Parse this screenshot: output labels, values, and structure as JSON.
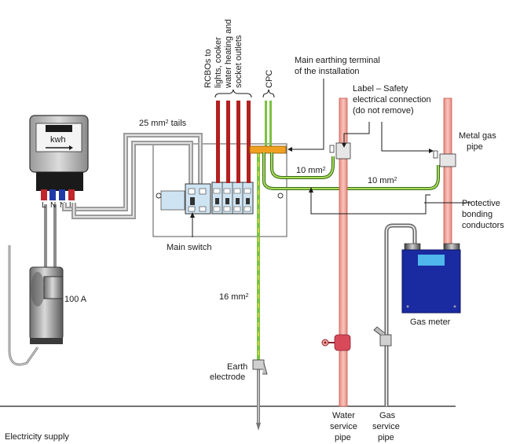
{
  "labels": {
    "meter_unit": "kwh",
    "rcbos_line1": "RCBOs to",
    "rcbos_line2": "lights, cooker",
    "rcbos_line3": "water heating and",
    "rcbos_line4": "socket outlets",
    "cpc": "CPC",
    "main_earth_line1": "Main earthing terminal",
    "main_earth_line2": "of the installation",
    "safety_label_line1": "Label – Safety",
    "safety_label_line2": "electrical connection",
    "safety_label_line3": "(do not remove)",
    "metal_gas_line1": "Metal gas",
    "metal_gas_line2": "pipe",
    "tails_size": "25 mm",
    "tails_sup": "2",
    "tails_word": " tails",
    "bond1_size": "10 mm",
    "bond1_sup": "2",
    "bond2_size": "10 mm",
    "bond2_sup": "2",
    "earth_size": "16 mm",
    "earth_sup": "2",
    "protective_line1": "Protective",
    "protective_line2": "bonding",
    "protective_line3": "conductors",
    "main_switch": "Main switch",
    "fuse_rating": "100 A",
    "gas_meter": "Gas meter",
    "earth_electrode_line1": "Earth",
    "earth_electrode_line2": "electrode",
    "water_line1": "Water",
    "water_line2": "service",
    "water_line3": "pipe",
    "gas_line1": "Gas",
    "gas_line2": "service",
    "gas_line3": "pipe",
    "electricity_supply": "Electricity supply",
    "terminal_L1": "L",
    "terminal_N1": "N",
    "terminal_N2": "N",
    "terminal_L2": "L"
  },
  "colors": {
    "copper_pipe": "#f4a9a0",
    "copper_pipe_edge": "#d86e62",
    "rcbo_cable": "#b32020",
    "green_yellow": "#7cc242",
    "tails_grey": "#a9a9a9",
    "gas_meter_blue": "#1a2aa0",
    "earth_block": "#f0a020"
  }
}
